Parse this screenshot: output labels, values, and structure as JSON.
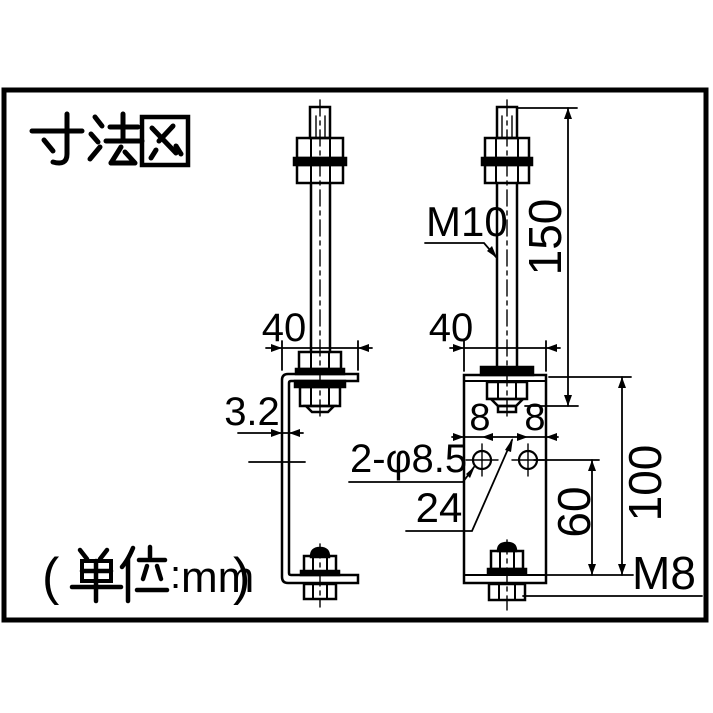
{
  "title": {
    "text": "寸法図"
  },
  "units": {
    "text": "(単位:mm)",
    "open": "(",
    "colon": ":",
    "mm": "mm",
    "close": ")"
  },
  "labels": {
    "left_flange_width": "40",
    "plate_thickness": "3.2",
    "right_flange_width": "40",
    "rod_thread": "M10",
    "rod_length": "150",
    "hole_edge_left": "8",
    "hole_edge_right": "8",
    "hole_spec": "2-φ8.5",
    "hole_pitch": "24",
    "hole_height": "60",
    "bracket_height": "100",
    "bottom_thread": "M8"
  },
  "drawing": {
    "type": "technical-dimension-drawing",
    "views": [
      "side-view-left",
      "front-view-right"
    ],
    "line_color": "#000000",
    "background": "#ffffff"
  }
}
